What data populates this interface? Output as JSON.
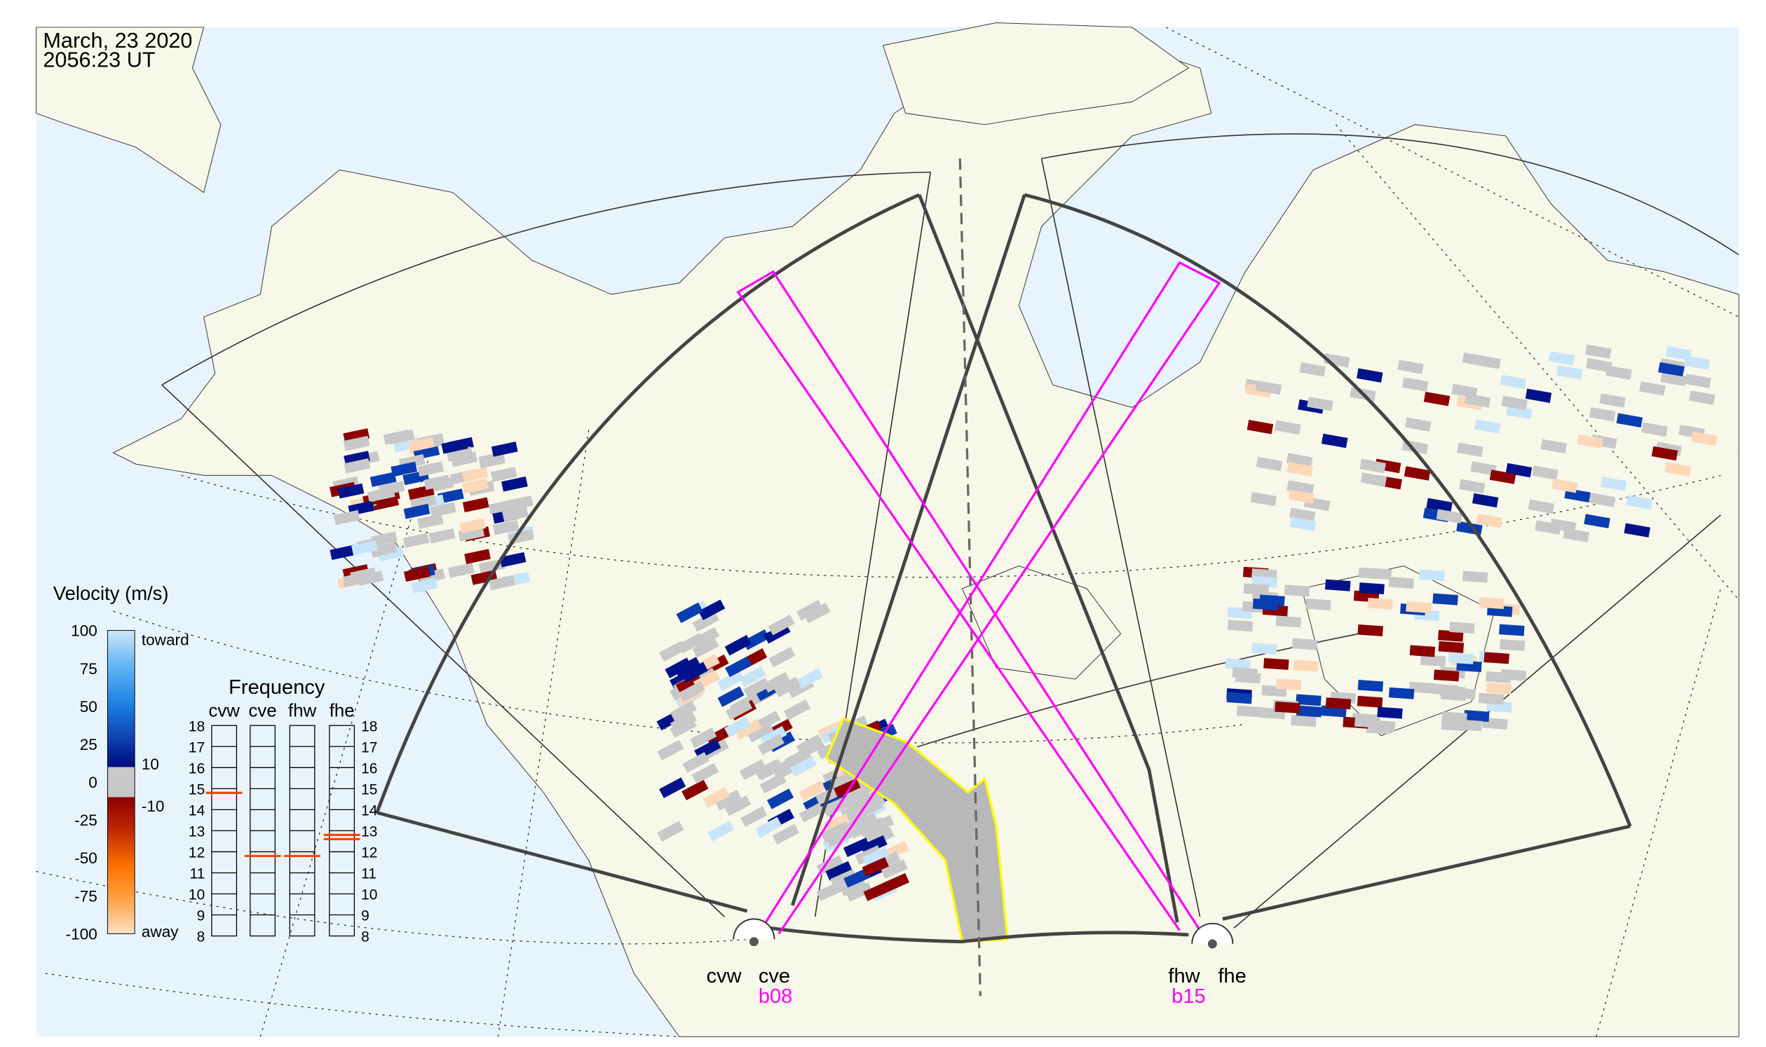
{
  "header": {
    "date": "March, 23 2020",
    "time": "2056:23 UT"
  },
  "velocity_legend": {
    "title": "Velocity (m/s)",
    "ticks": [
      "100",
      "75",
      "50",
      "25",
      "0",
      "-25",
      "-50",
      "-75",
      "-100"
    ],
    "toward_label": "toward",
    "away_label": "away",
    "upper_threshold": "10",
    "lower_threshold": "-10"
  },
  "frequency_panel": {
    "title": "Frequency",
    "radars": [
      "cvw",
      "cve",
      "fhw",
      "fhe"
    ],
    "ticks": [
      "18",
      "17",
      "16",
      "15",
      "14",
      "13",
      "12",
      "11",
      "10",
      "9",
      "8"
    ],
    "markers_mhz": {
      "cvw": [
        14.8
      ],
      "cve": [
        11.8
      ],
      "fhw": [
        11.8
      ],
      "fhe": [
        12.8,
        12.6
      ]
    }
  },
  "radars": {
    "cvw": "cvw",
    "cve": "cve",
    "fhw": "fhw",
    "fhe": "fhe",
    "beam_west": "b08",
    "beam_east": "b15"
  },
  "colors": {
    "ocean": "#e8f4fd",
    "land": "#f7f8ea",
    "beam": "#ff00ff",
    "highlight": "#ffff00",
    "fov": "#444444",
    "marker": "#ff4500"
  }
}
